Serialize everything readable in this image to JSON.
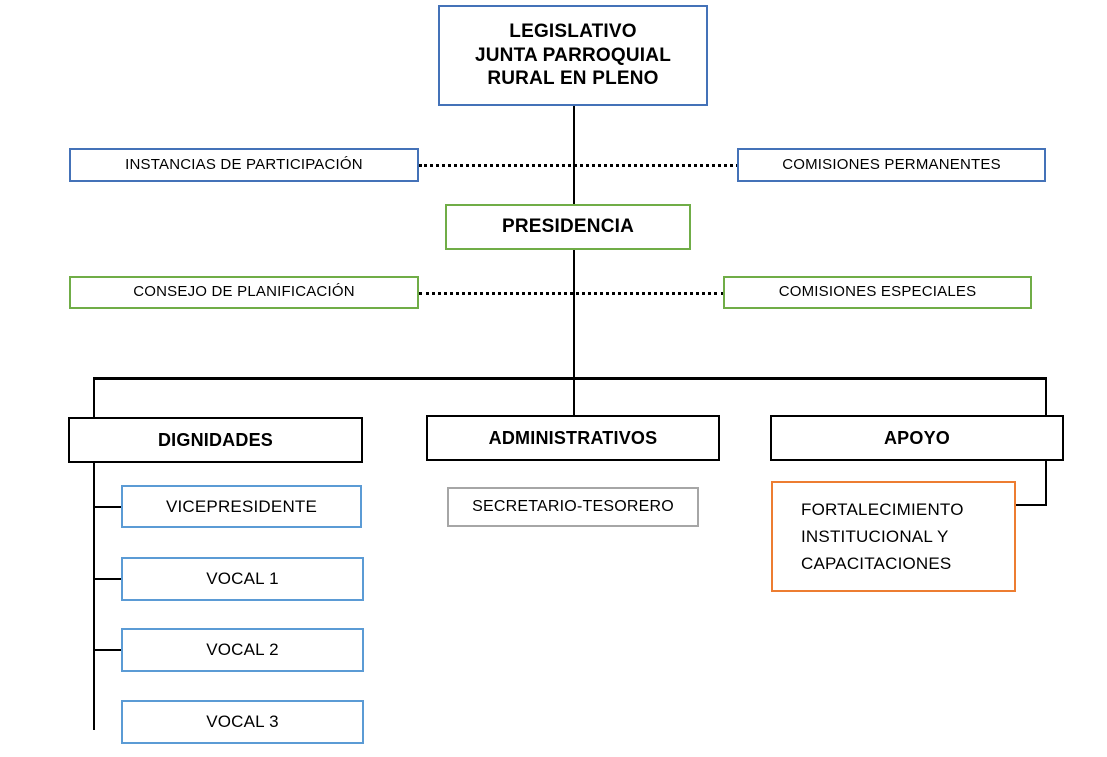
{
  "diagram": {
    "title": "Organigrama GAD Parroquial Rural",
    "colors": {
      "blue": "#4472b8",
      "light_blue": "#5b9bd5",
      "green": "#70ad47",
      "black": "#000000",
      "gray": "#a6a6a6",
      "orange": "#ed7d31",
      "background": "#ffffff"
    },
    "nodes": {
      "legislativo": {
        "line1": "LEGISLATIVO",
        "line2": "JUNTA PARROQUIAL",
        "line3": "RURAL EN PLENO",
        "border_color": "#4472b8"
      },
      "instancias_participacion": {
        "label": "INSTANCIAS  DE PARTICIPACIÓN",
        "border_color": "#4472b8"
      },
      "comisiones_permanentes": {
        "label": "COMISIONES  PERMANENTES",
        "border_color": "#4472b8"
      },
      "presidencia": {
        "label": "PRESIDENCIA",
        "border_color": "#70ad47"
      },
      "consejo_planificacion": {
        "label": "CONSEJO DE PLANIFICACIÓN",
        "border_color": "#70ad47"
      },
      "comisiones_especiales": {
        "label": "COMISIONES  ESPECIALES",
        "border_color": "#70ad47"
      },
      "dignidades": {
        "label": "DIGNIDADES",
        "border_color": "#000000"
      },
      "administrativos": {
        "label": "ADMINISTRATIVOS",
        "border_color": "#000000"
      },
      "apoyo": {
        "label": "APOYO",
        "border_color": "#000000"
      },
      "vicepresidente": {
        "label": "VICEPRESIDENTE",
        "border_color": "#5b9bd5"
      },
      "vocal_1": {
        "label": "VOCAL 1",
        "border_color": "#5b9bd5"
      },
      "vocal_2": {
        "label": "VOCAL 2",
        "border_color": "#5b9bd5"
      },
      "vocal_3": {
        "label": "VOCAL 3",
        "border_color": "#5b9bd5"
      },
      "secretario_tesorero": {
        "label": "SECRETARIO-TESORERO",
        "border_color": "#a6a6a6"
      },
      "fortalecimiento": {
        "line1": "FORTALECIMIENTO",
        "line2": "INSTITUCIONAL   Y",
        "line3": "CAPACITACIONES",
        "border_color": "#ed7d31"
      }
    }
  }
}
